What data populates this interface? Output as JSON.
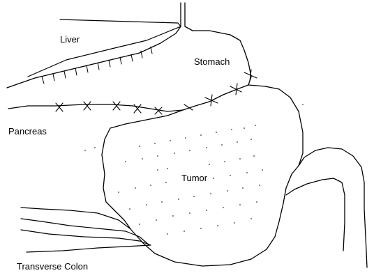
{
  "labels": {
    "liver": "Liver",
    "stomach": "Stomach",
    "pancreas": "Pancreas",
    "tumor": "Tumor",
    "transverse_colon": "Transverse Colon"
  },
  "colors": {
    "line": "#000000",
    "background": "#ffffff"
  }
}
